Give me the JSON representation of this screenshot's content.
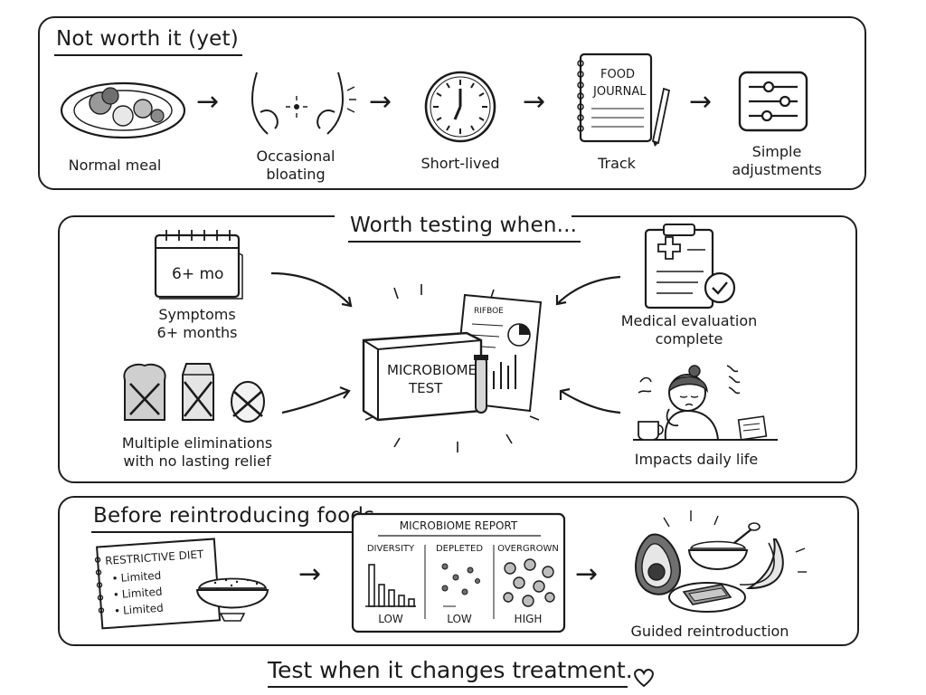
{
  "section1": {
    "title": "Not worth it (yet)",
    "steps": [
      {
        "icon": "plate-icon",
        "label": "Normal meal"
      },
      {
        "icon": "bloated-belly-icon",
        "label": "Occasional\nbloating"
      },
      {
        "icon": "clock-icon",
        "label": "Short-lived"
      },
      {
        "icon": "food-journal-icon",
        "label": "Track",
        "journal_text": [
          "FOOD",
          "JOURNAL"
        ]
      },
      {
        "icon": "sliders-icon",
        "label": "Simple\nadjustments"
      }
    ]
  },
  "section2": {
    "title": "Worth testing when...",
    "calendar_text": "6+ mo",
    "conditions": [
      {
        "icon": "calendar-icon",
        "label": "Symptoms\n6+ months"
      },
      {
        "icon": "eliminated-foods-icon",
        "label": "Multiple eliminations\nwith no lasting relief"
      },
      {
        "icon": "clipboard-check-icon",
        "label": "Medical evaluation\ncomplete"
      },
      {
        "icon": "tired-person-icon",
        "label": "Impacts daily life"
      }
    ],
    "center": {
      "box_label": [
        "MICROBIOME",
        "TEST"
      ],
      "report_header": "RIFBOE"
    }
  },
  "section3": {
    "title": "Before reintroducing foods",
    "diet_card": {
      "title": "RESTRICTIVE DIET",
      "items": [
        "Limited",
        "Limited",
        "Limited"
      ]
    },
    "report": {
      "title": "MICROBIOME REPORT",
      "columns": [
        {
          "header": "DIVERSITY",
          "value": "LOW"
        },
        {
          "header": "DEPLETED",
          "value": "LOW"
        },
        {
          "header": "OVERGROWN",
          "value": "HIGH"
        }
      ]
    },
    "result_label": "Guided reintroduction"
  },
  "tagline": "Test when it changes treatment."
}
